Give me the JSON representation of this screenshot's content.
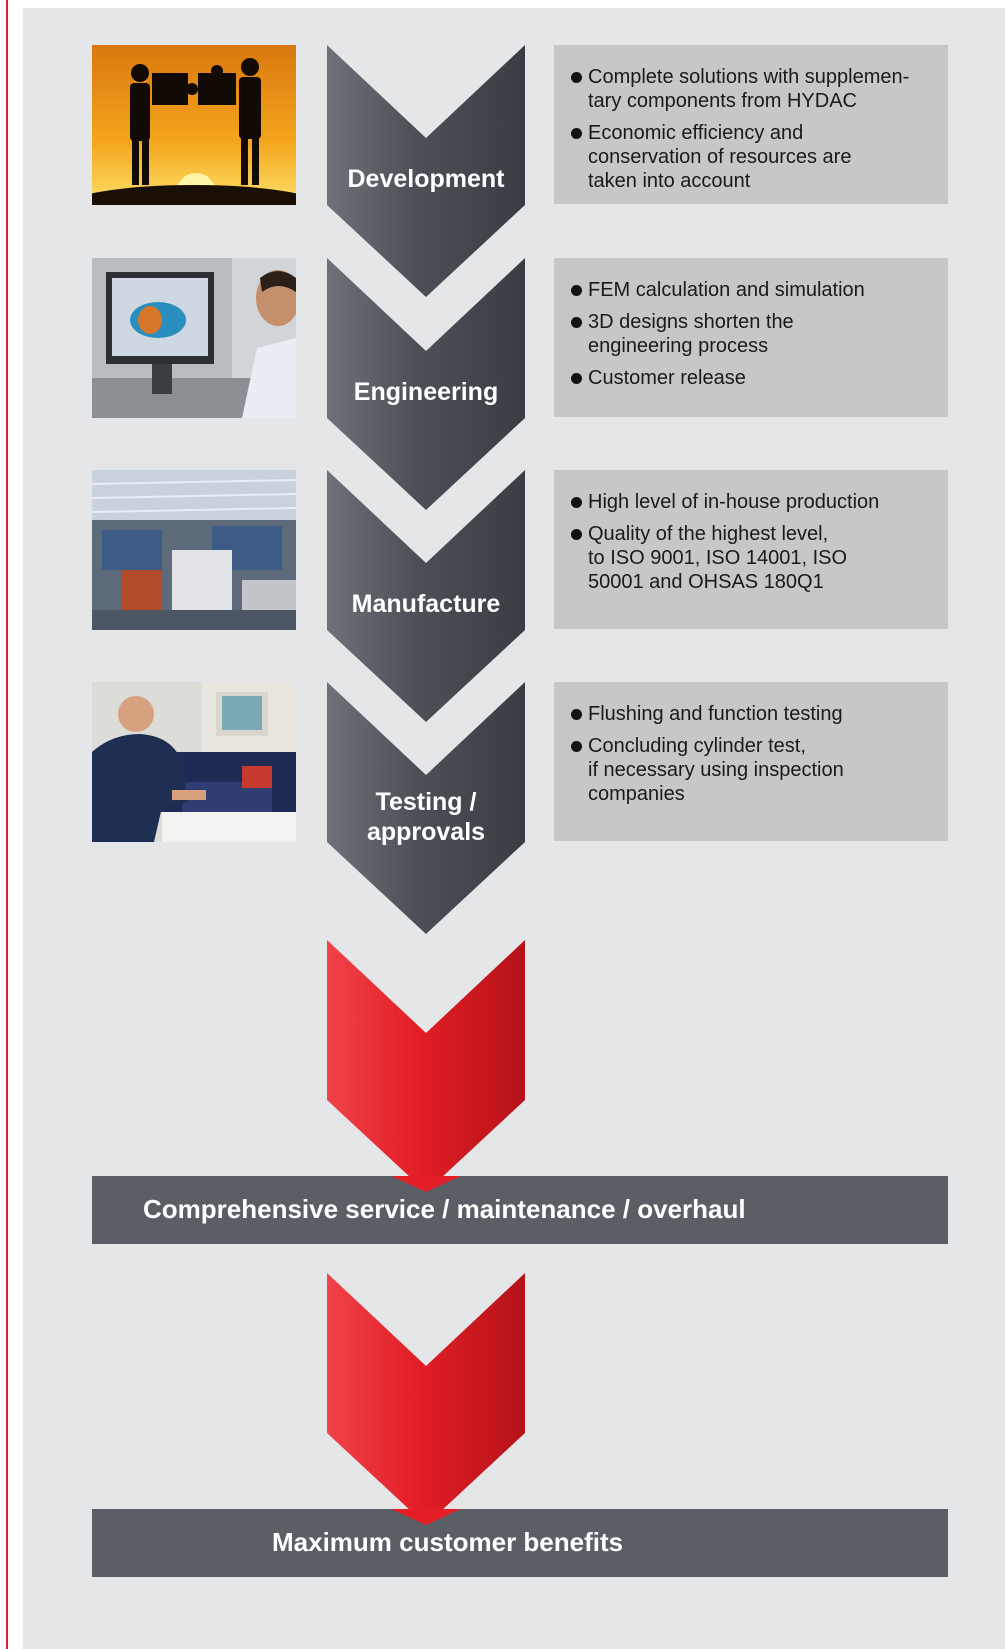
{
  "steps": [
    {
      "label": "Development",
      "photo": "business-partners-puzzle-silhouette-photo",
      "bullets": [
        "Complete solutions with supplemen-\ntary components from HYDAC",
        "Economic efficiency and\nconservation of resources are\ntaken into account"
      ]
    },
    {
      "label": "Engineering",
      "photo": "engineer-cad-monitor-photo",
      "bullets": [
        "FEM calculation and simulation",
        "3D designs shorten the\nengineering process",
        "Customer release"
      ]
    },
    {
      "label": "Manufacture",
      "photo": "production-hall-photo",
      "bullets": [
        "High level of in-house production",
        "Quality of the highest level,\nto ISO 9001, ISO 14001, ISO\n50001 and OHSAS 180Q1"
      ]
    },
    {
      "label": "Testing /\napprovals",
      "photo": "technician-test-bench-photo",
      "bullets": [
        "Flushing and function testing",
        "Concluding cylinder test,\nif necessary using inspection\ncompanies"
      ]
    }
  ],
  "service_bar": "Comprehensive service / maintenance / overhaul",
  "benefits_bar": "Maximum customer benefits",
  "colors": {
    "panel": "#e5e6e8",
    "chevron_grey": "#4f545b",
    "chevron_red": "#e31e26",
    "bar": "#5a5f66",
    "info_box": "#c6c7c9"
  }
}
